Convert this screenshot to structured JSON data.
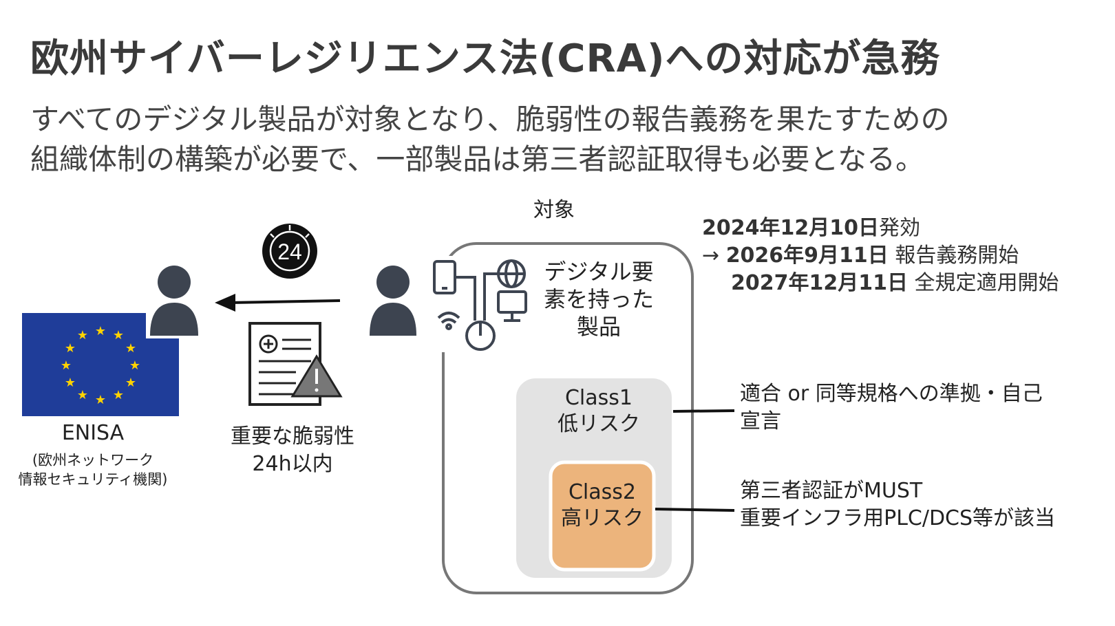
{
  "title": "欧州サイバーレジリエンス法(CRA)への対応が急務",
  "subtitle_line1": "すべてのデジタル製品が対象となり、脆弱性の報告義務を果たすための",
  "subtitle_line2": "組織体制の構築が必要で、一部製品は第三者認証取得も必要となる。",
  "target_label": "対象",
  "timeline": {
    "row1_date": "2024年12月10日",
    "row1_event": "発効",
    "row2_arrow": "→",
    "row2_date": "2026年9月11日",
    "row2_event": "報告義務開始",
    "row3_date": "2027年12月11日",
    "row3_event": "全規定適用開始"
  },
  "digital_product": {
    "line1": "デジタル要",
    "line2": "素を持った",
    "line3": "製品"
  },
  "class1": {
    "name": "Class1",
    "risk": "低リスク",
    "desc_line1": "適合 or 同等規格への準拠・自己",
    "desc_line2": "宣言"
  },
  "class2": {
    "name": "Class2",
    "risk": "高リスク",
    "desc_line1": "第三者認証がMUST",
    "desc_line2": "重要インフラ用PLC/DCS等が該当"
  },
  "vulnerability": {
    "line1": "重要な脆弱性",
    "line2": "24h以内"
  },
  "timer_label": "24",
  "enisa": {
    "name": "ENISA",
    "desc_line1": "(欧州ネットワーク",
    "desc_line2": "情報セキュリティ機関)"
  },
  "colors": {
    "eu_blue": "#1f3d99",
    "eu_star": "#ffd200",
    "person": "#3d4450",
    "class1_fill": "#e3e3e3",
    "class2_fill": "#ecb47c",
    "class2_border": "#ffffff"
  }
}
